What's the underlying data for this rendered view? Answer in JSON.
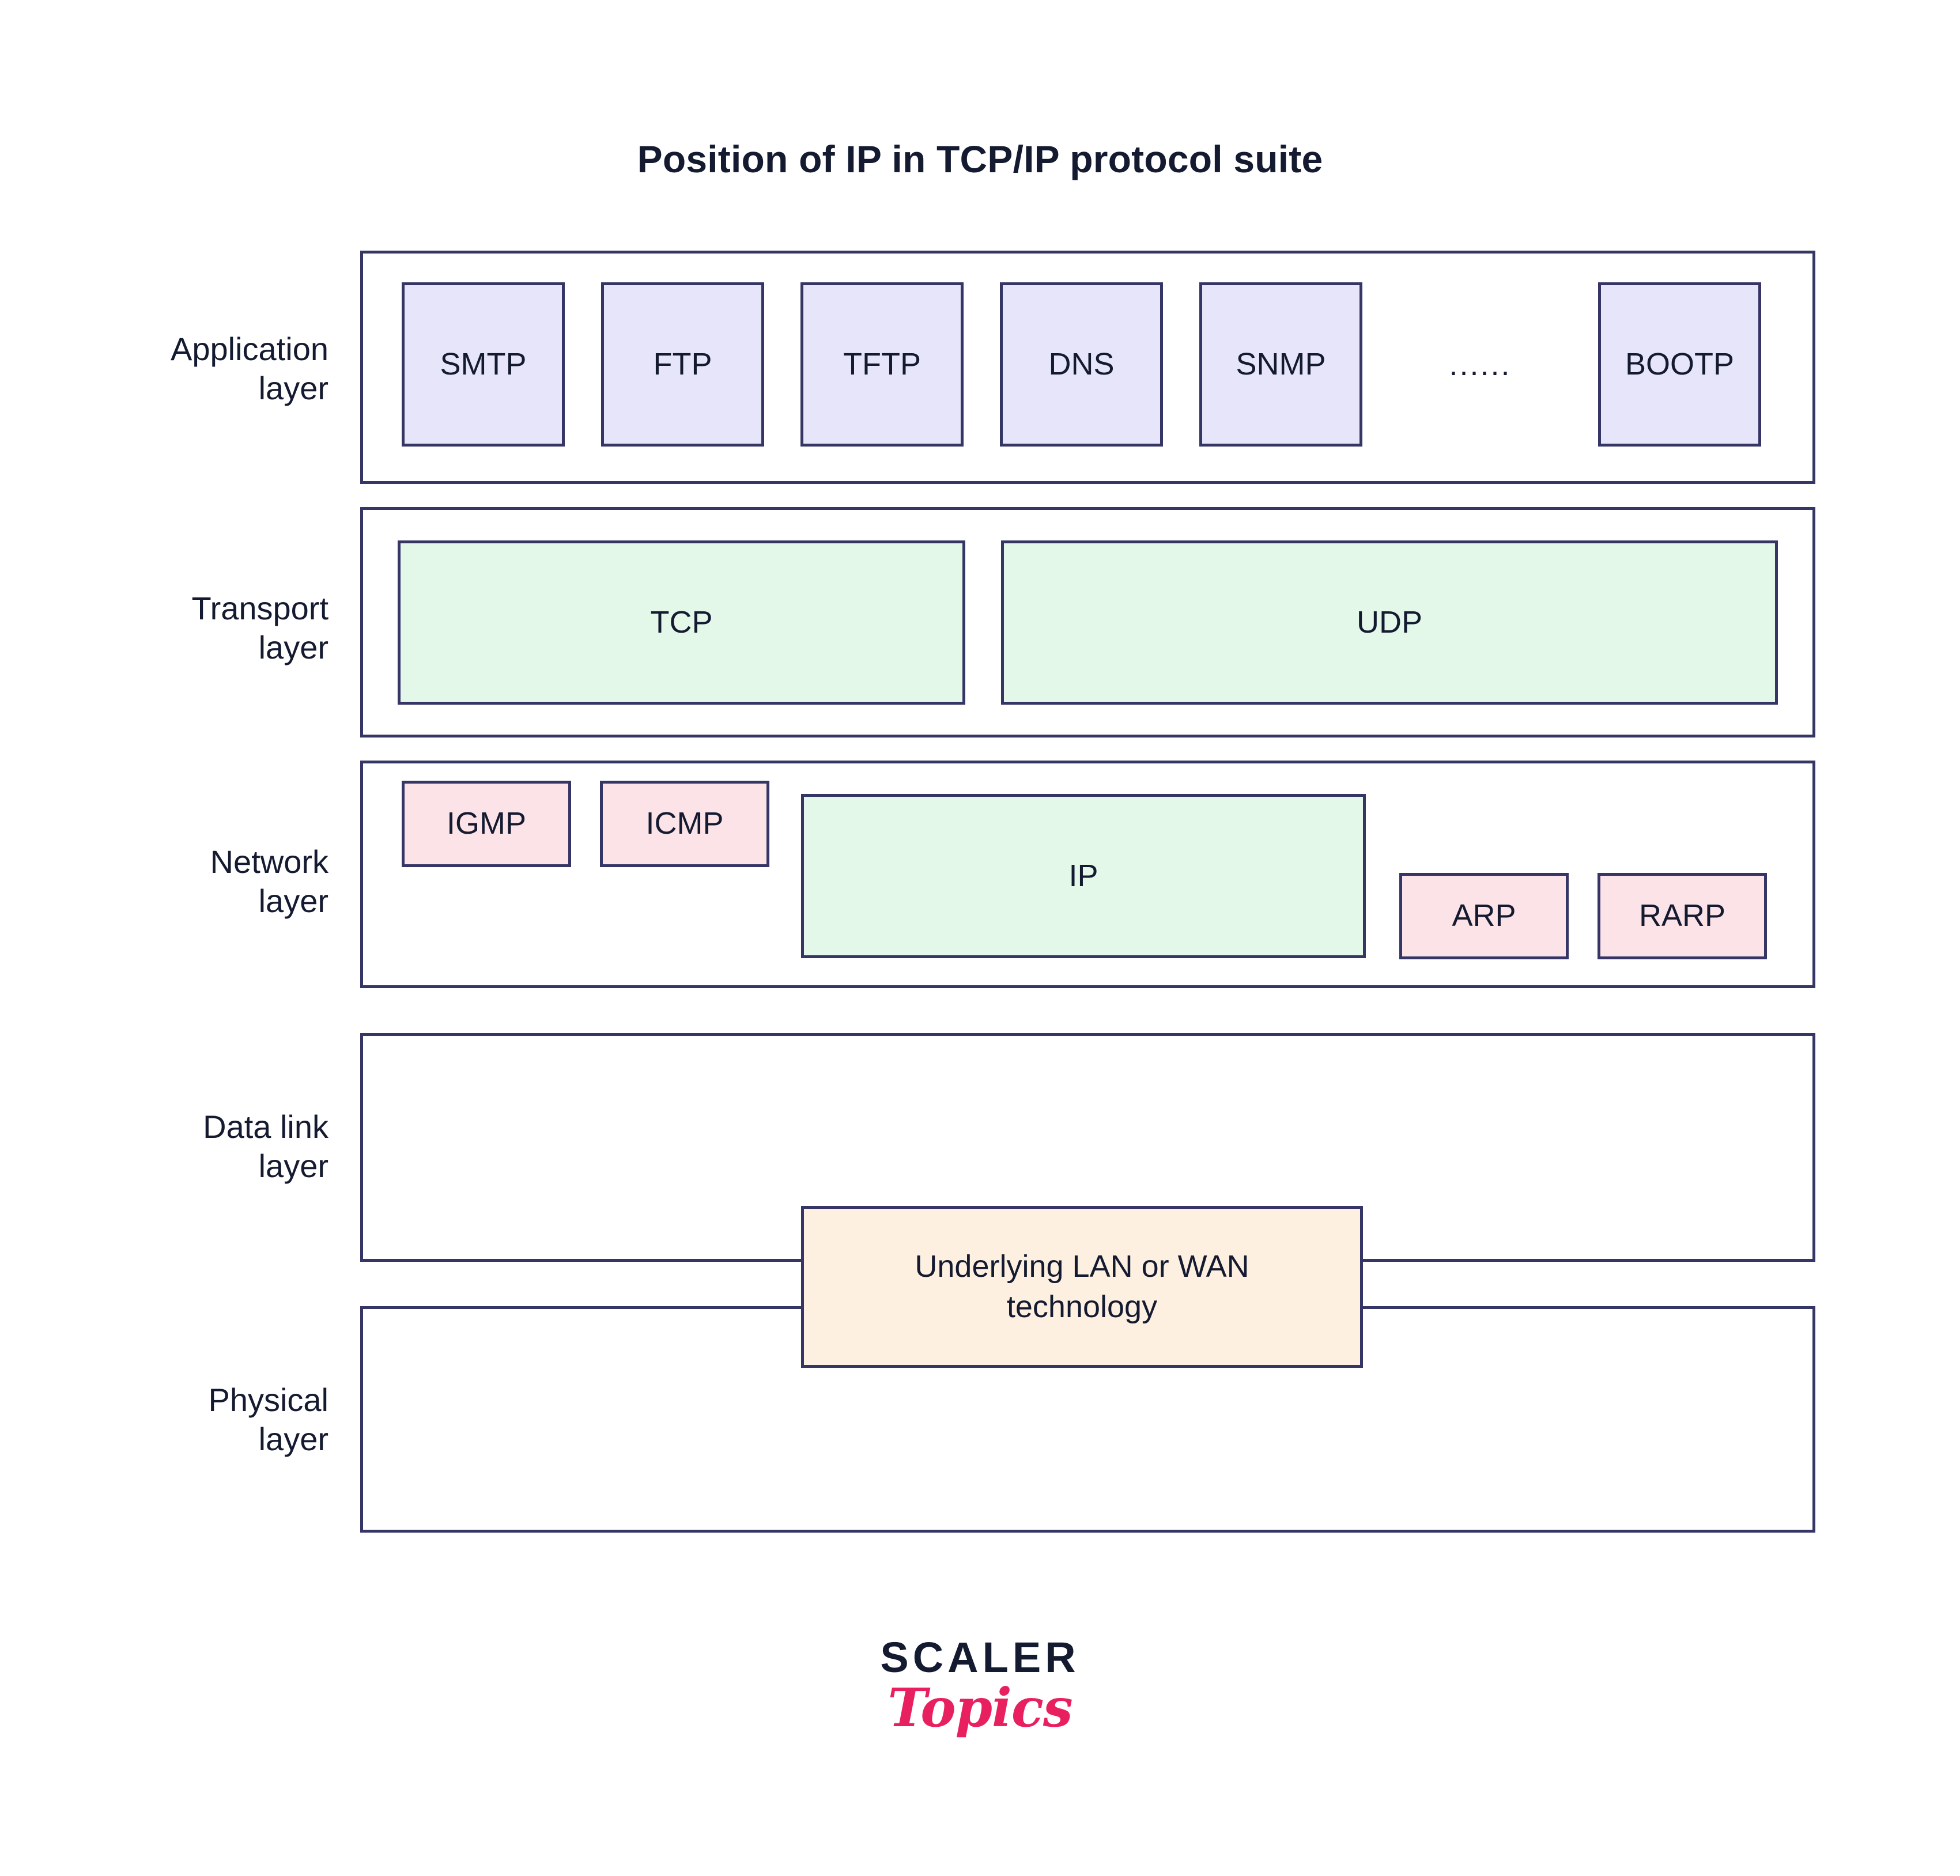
{
  "title": "Position of IP in TCP/IP protocol suite",
  "colors": {
    "border": "#353566",
    "text": "#141a30",
    "application_fill": "#e7e5f9",
    "transport_fill": "#e4f8e9",
    "network_protocol_fill": "#fce3e8",
    "ip_fill": "#e4f8e9",
    "underlying_fill": "#fdf0e0",
    "logo_accent": "#e8205f",
    "background": "#ffffff"
  },
  "layers": [
    {
      "label": "Application\nlayer",
      "label_line1": "Application",
      "label_line2": "layer"
    },
    {
      "label": "Transport\nlayer",
      "label_line1": "Transport",
      "label_line2": "layer"
    },
    {
      "label": "Network\nlayer",
      "label_line1": "Network",
      "label_line2": "layer"
    },
    {
      "label": "Data link\nlayer",
      "label_line1": "Data link",
      "label_line2": "layer"
    },
    {
      "label": "Physical\nlayer",
      "label_line1": "Physical",
      "label_line2": "layer"
    }
  ],
  "application_layer": {
    "protocols": [
      "SMTP",
      "FTP",
      "TFTP",
      "DNS",
      "SNMP",
      "BOOTP"
    ],
    "ellipsis": "......"
  },
  "transport_layer": {
    "protocols": [
      "TCP",
      "UDP"
    ]
  },
  "network_layer": {
    "left_protocols": [
      "IGMP",
      "ICMP"
    ],
    "main_protocol": "IP",
    "right_protocols": [
      "ARP",
      "RARP"
    ]
  },
  "underlying": {
    "label_line1": "Underlying LAN or WAN",
    "label_line2": "technology"
  },
  "logo": {
    "primary": "SCALER",
    "secondary": "Topics"
  }
}
